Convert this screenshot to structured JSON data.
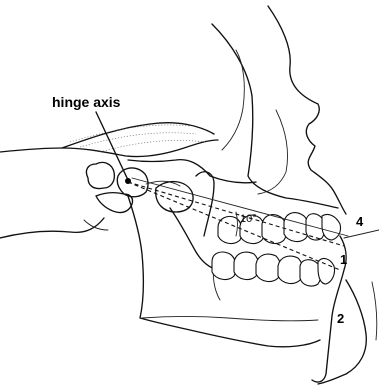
{
  "figure": {
    "labels": {
      "hinge_axis": "hinge axis",
      "angle": "10°",
      "point_1": "1",
      "point_2": "2",
      "point_4": "4"
    }
  }
}
